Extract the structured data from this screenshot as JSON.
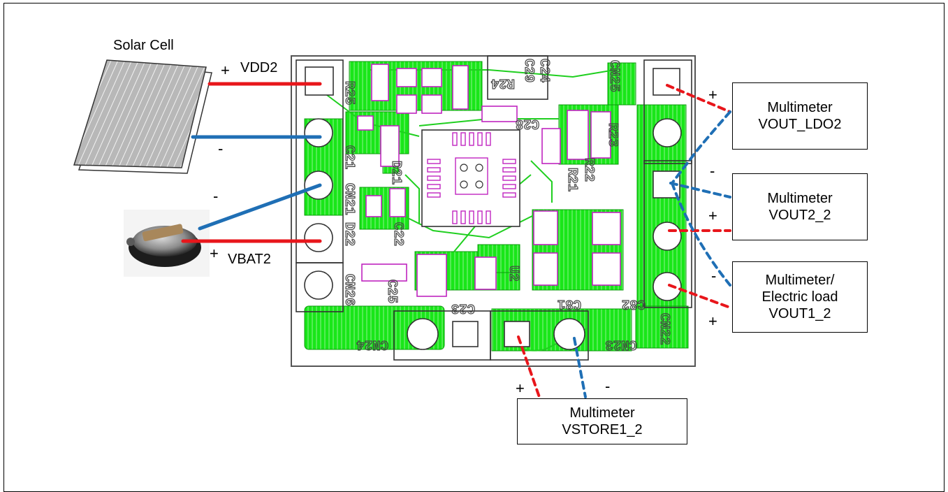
{
  "solar_cell": {
    "label": "Solar Cell"
  },
  "supply_labels": {
    "vdd2": "VDD2",
    "vbat2": "VBAT2"
  },
  "polarity": {
    "plus": "+",
    "minus": "-"
  },
  "meters": [
    {
      "line1": "Multimeter",
      "line2": "VOUT_LDO2"
    },
    {
      "line1": "Multimeter",
      "line2": "VOUT2_2"
    },
    {
      "line1": "Multimeter/",
      "line2": "Electric load",
      "line3": "VOUT1_2"
    },
    {
      "line1": "Multimeter",
      "line2": "VSTORE1_2"
    }
  ],
  "board_silkscreen": {
    "cn21": "CN21",
    "cn22": "CN22",
    "cn23": "CN23",
    "cn24": "CN24",
    "cn25": "CN25",
    "cn26": "CN26",
    "c21": "C21",
    "c22": "C22",
    "c23": "C23",
    "c24": "C24",
    "c25": "C25",
    "c28": "C28",
    "c29": "C29",
    "c81": "C81",
    "c82": "C82",
    "d21": "D21",
    "d22": "D22",
    "r21": "R21",
    "r22": "R22",
    "r23": "R23",
    "r24": "R24",
    "r25": "R25",
    "u2": "U2"
  },
  "colors": {
    "positive_wire": "#e8161b",
    "negative_wire": "#1f6fb5",
    "copper": "#19e619",
    "pad_outline": "#c024c0"
  }
}
